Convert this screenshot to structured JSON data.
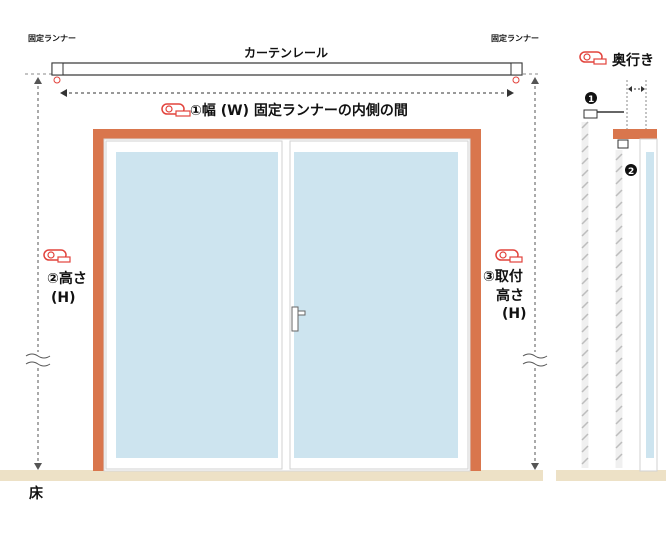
{
  "labels": {
    "runner_left": "固定ランナー",
    "runner_right": "固定ランナー",
    "rail": "カーテンレール",
    "width": "①幅 (W) 固定ランナーの内側の間",
    "height_line1": "②高さ",
    "height_line2": "(H)",
    "mount_line1": "③取付",
    "mount_line2": "高さ",
    "mount_line3": "(H)",
    "depth": "奥行き",
    "floor": "床",
    "marker1": "1",
    "marker2": "2"
  },
  "icons": [
    "tape-measure-icon",
    "window-handle-icon"
  ],
  "colors": {
    "frame": "#d9764d",
    "glass": "#cde4ef",
    "floor": "#ede1c6",
    "accent_red": "#e2433c",
    "hatch": "#c9c9c9"
  }
}
